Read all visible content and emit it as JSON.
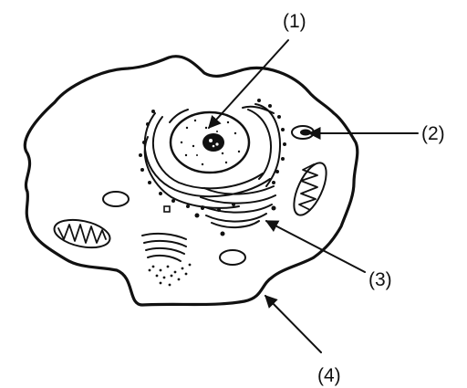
{
  "labels": {
    "one": "(1)",
    "two": "(2)",
    "three": "(3)",
    "four": "(4)"
  },
  "colors": {
    "ink": "#111111",
    "background": "#ffffff"
  }
}
